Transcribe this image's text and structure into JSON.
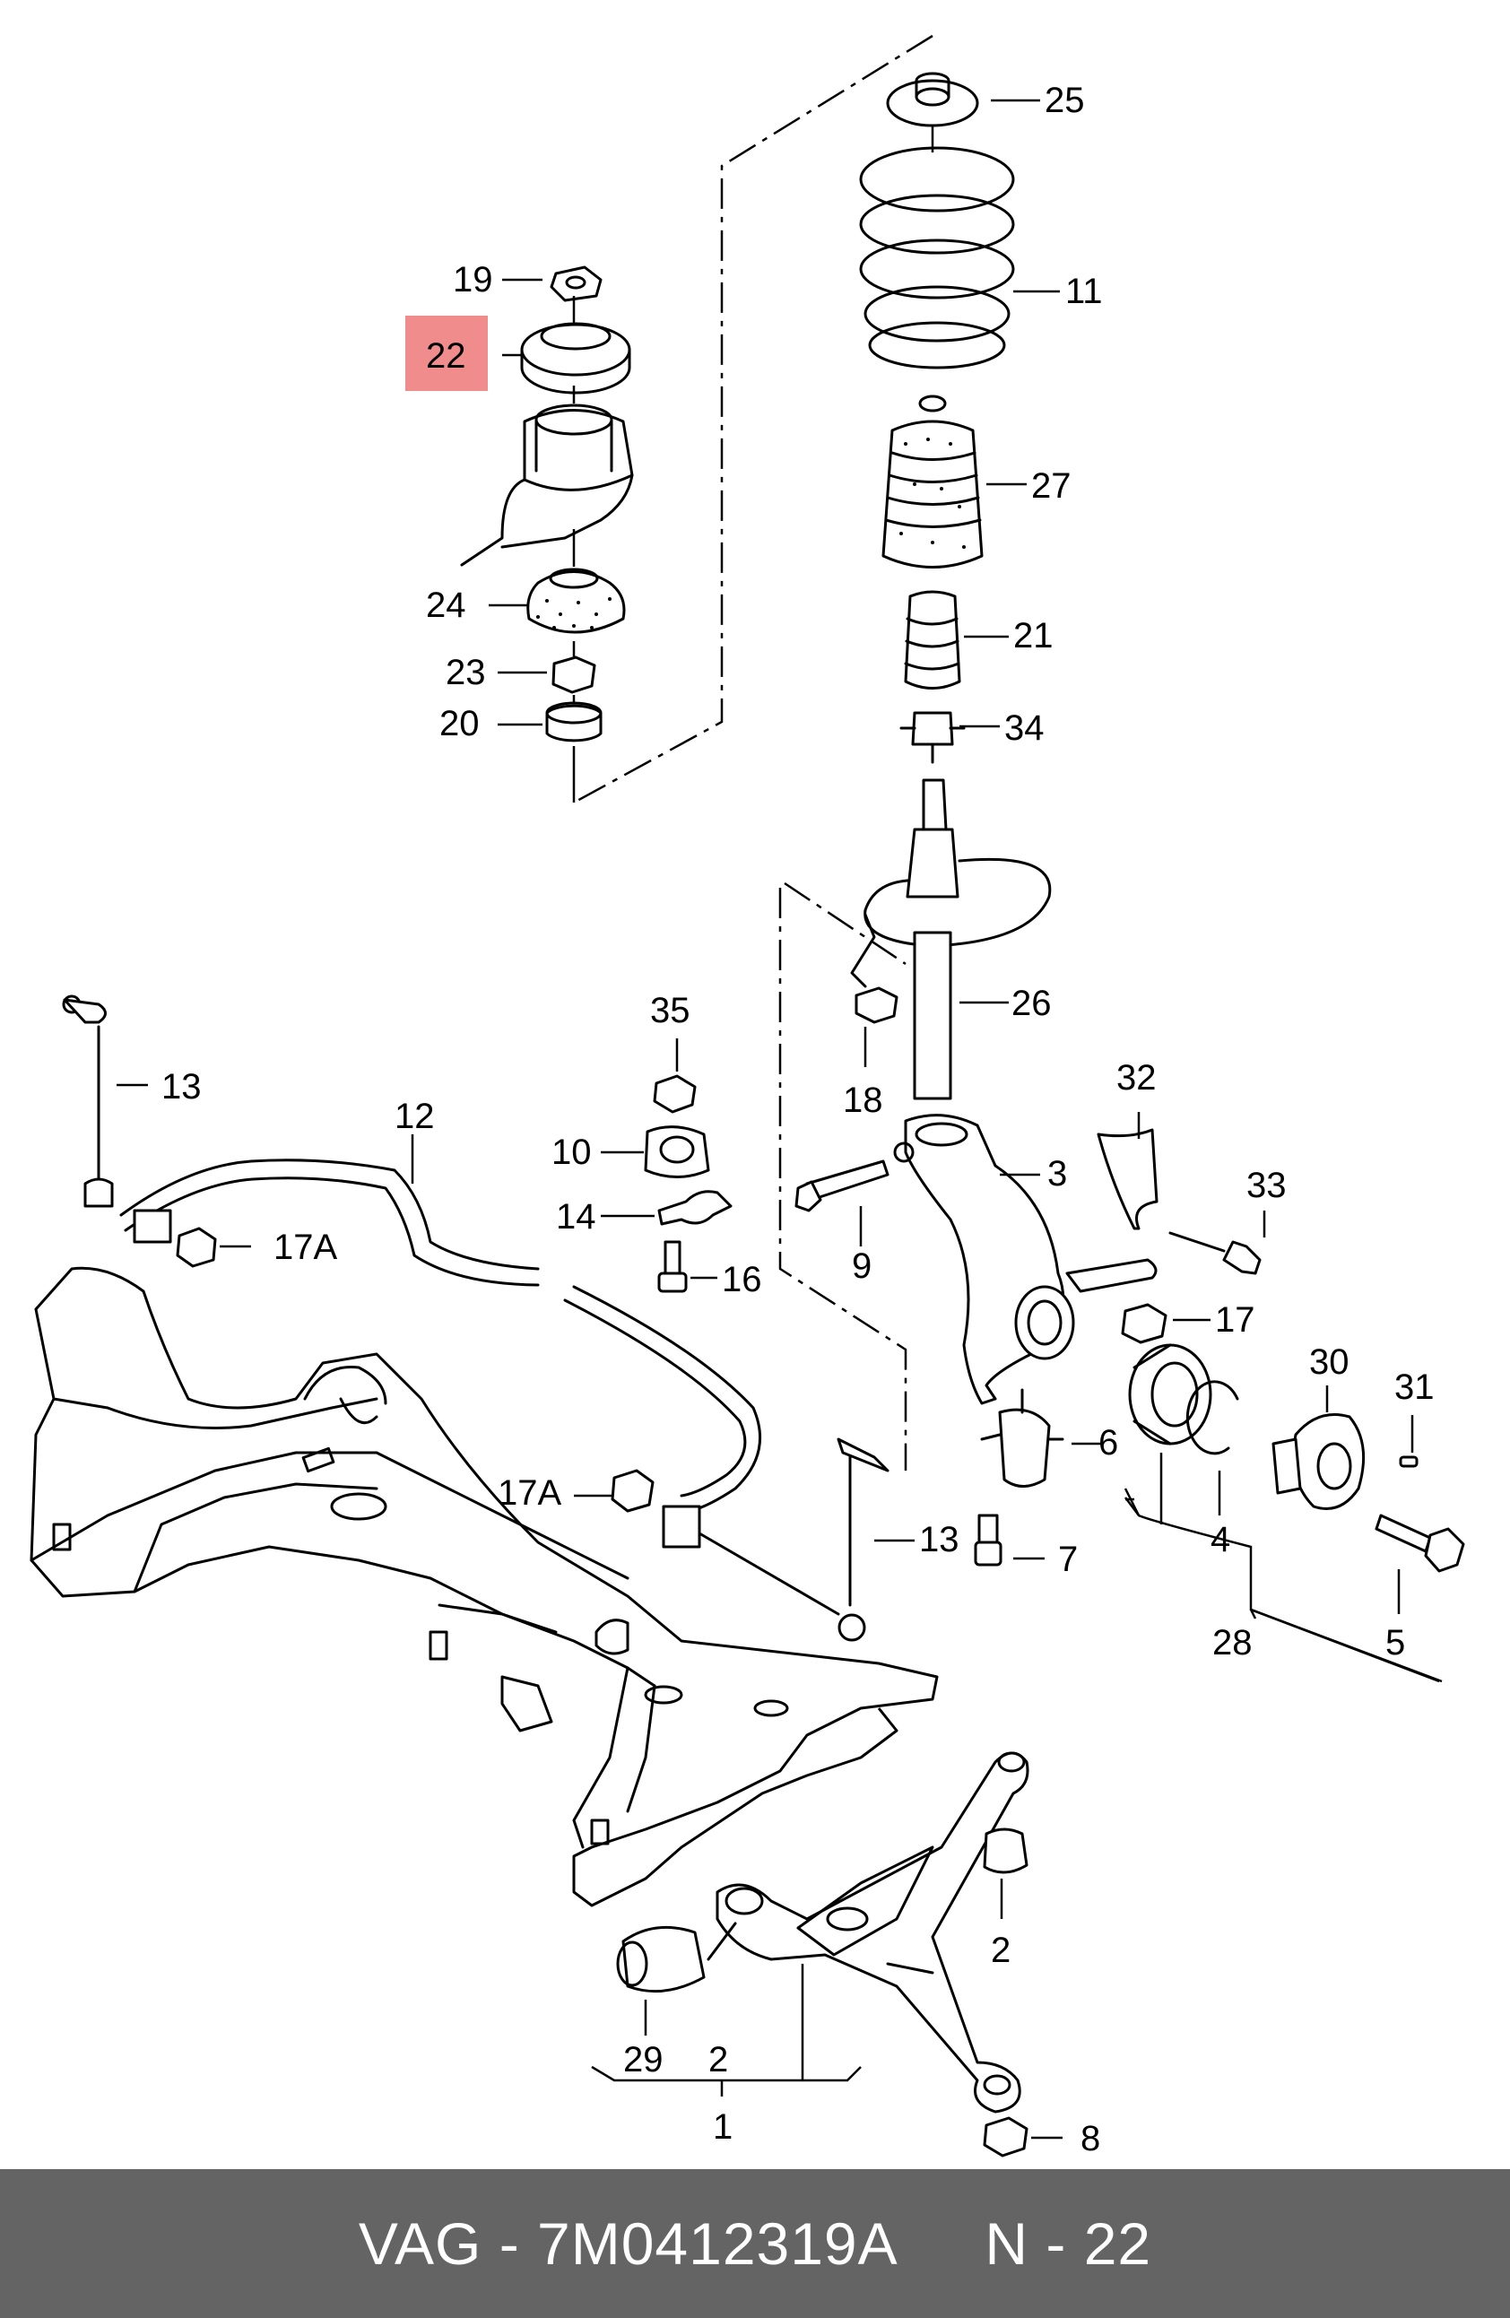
{
  "diagram": {
    "callouts": {
      "p1": "1",
      "p2a": "2",
      "p2b": "2",
      "p3": "3",
      "p4": "4",
      "p5": "5",
      "p6": "6",
      "p7": "7",
      "p8": "8",
      "p9": "9",
      "p10": "10",
      "p11": "11",
      "p12": "12",
      "p13a": "13",
      "p13b": "13",
      "p14": "14",
      "p16": "16",
      "p17": "17",
      "p17Aa": "17A",
      "p17Ab": "17A",
      "p18": "18",
      "p19": "19",
      "p20": "20",
      "p21": "21",
      "p22": "22",
      "p23": "23",
      "p24": "24",
      "p25": "25",
      "p26": "26",
      "p27": "27",
      "p28": "28",
      "p29": "29",
      "p30": "30",
      "p31": "31",
      "p32": "32",
      "p33": "33",
      "p34": "34",
      "p35": "35"
    },
    "highlighted_part": "22",
    "highlight_color": "#f08c8c"
  },
  "footer": {
    "brand": "VAG",
    "sep1": " - ",
    "part_number": "7M0412319A",
    "gap": "     ",
    "page_prefix": "N",
    "sep2": " - ",
    "page_number": "22",
    "background": "#646464"
  }
}
